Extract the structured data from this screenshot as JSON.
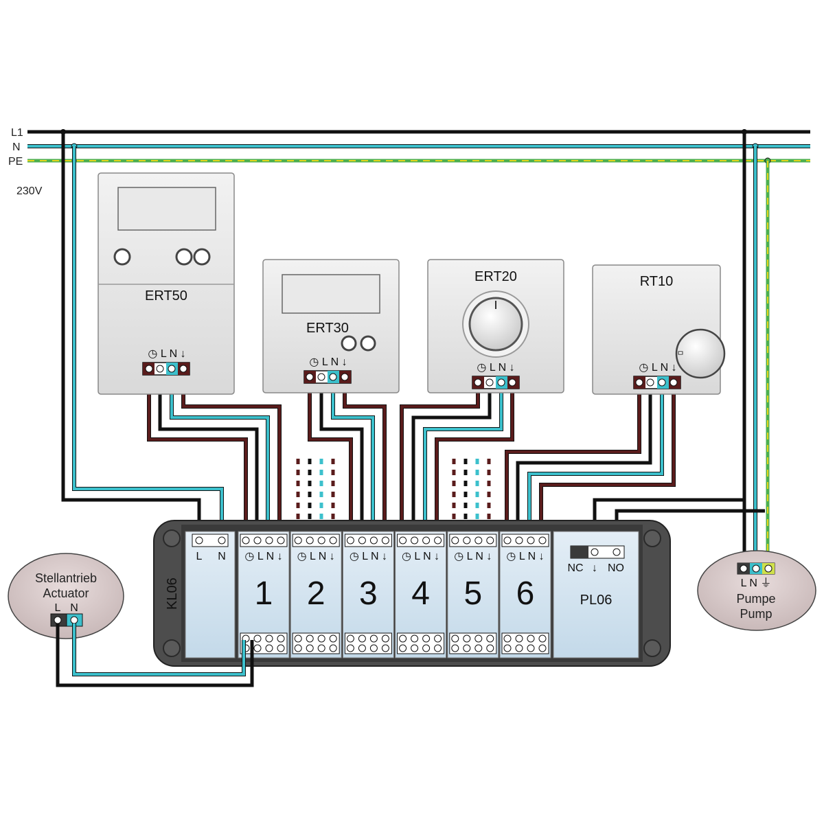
{
  "lines": {
    "l1": "L1",
    "n": "N",
    "pe": "PE",
    "voltage": "230V"
  },
  "colors": {
    "phase": "#111111",
    "neutral": "#3cc0cc",
    "pe_green": "#4caf50",
    "pe_yellow": "#e5d51c",
    "brown": "#4a1a1a",
    "device_fill": "#e6e6e6",
    "module_fill": "#cfe3f0",
    "housing": "#4d4d4d"
  },
  "devices": {
    "ert50": {
      "name": "ERT50",
      "terms": "◷ L N ↓"
    },
    "ert30": {
      "name": "ERT30",
      "terms": "◷ L N ↓"
    },
    "ert20": {
      "name": "ERT20",
      "terms": "◷ L N ↓"
    },
    "rt10": {
      "name": "RT10",
      "terms": "◷ L N ↓"
    }
  },
  "kl06": {
    "label": "KL06",
    "power_terms": {
      "l": "L",
      "n": "N"
    },
    "channel_terms": "◷ L N ↓",
    "channels": [
      "1",
      "2",
      "3",
      "4",
      "5",
      "6"
    ],
    "pl06": {
      "label": "PL06",
      "nc": "NC",
      "gnd": "↓",
      "no": "NO"
    }
  },
  "actuator": {
    "line1": "Stellantrieb",
    "line2": "Actuator",
    "l": "L",
    "n": "N"
  },
  "pump": {
    "terms": "L N ⏚",
    "line1": "Pumpe",
    "line2": "Pump"
  }
}
